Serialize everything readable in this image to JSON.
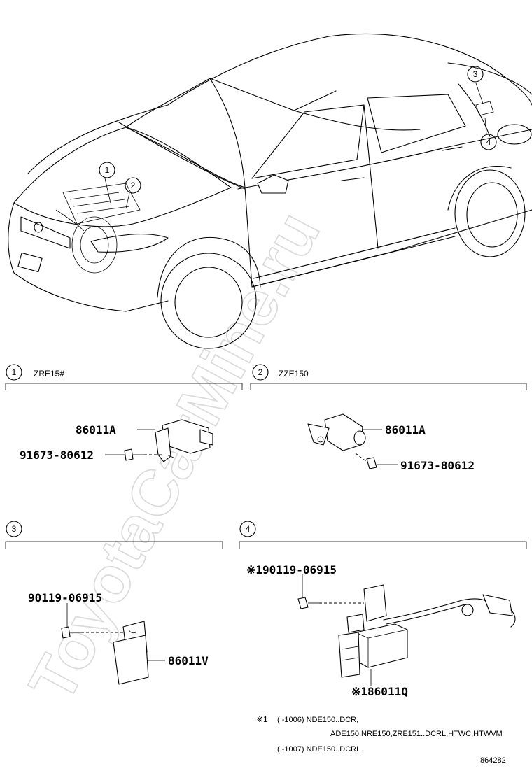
{
  "watermark": "ToyotaCarMine.ru",
  "overview": {
    "callouts": [
      "1",
      "2",
      "3",
      "4"
    ]
  },
  "sections": [
    {
      "number": "1",
      "label": "ZRE15#",
      "parts": [
        "86011A",
        "91673-80612"
      ]
    },
    {
      "number": "2",
      "label": "ZZE150",
      "parts": [
        "86011A",
        "91673-80612"
      ]
    },
    {
      "number": "3",
      "label": "",
      "parts": [
        "90119-06915",
        "86011V"
      ]
    },
    {
      "number": "4",
      "label": "",
      "parts": [
        "※190119-06915",
        "※186011Q"
      ]
    }
  ],
  "footnote": {
    "marker": "※1",
    "lines": [
      "(     -1006) NDE150..DCR,",
      "ADE150,NRE150,ZRE151..DCRL,HTWC,HTWVM",
      "(     -1007) NDE150..DCRL"
    ]
  },
  "illustration_number": "864282"
}
